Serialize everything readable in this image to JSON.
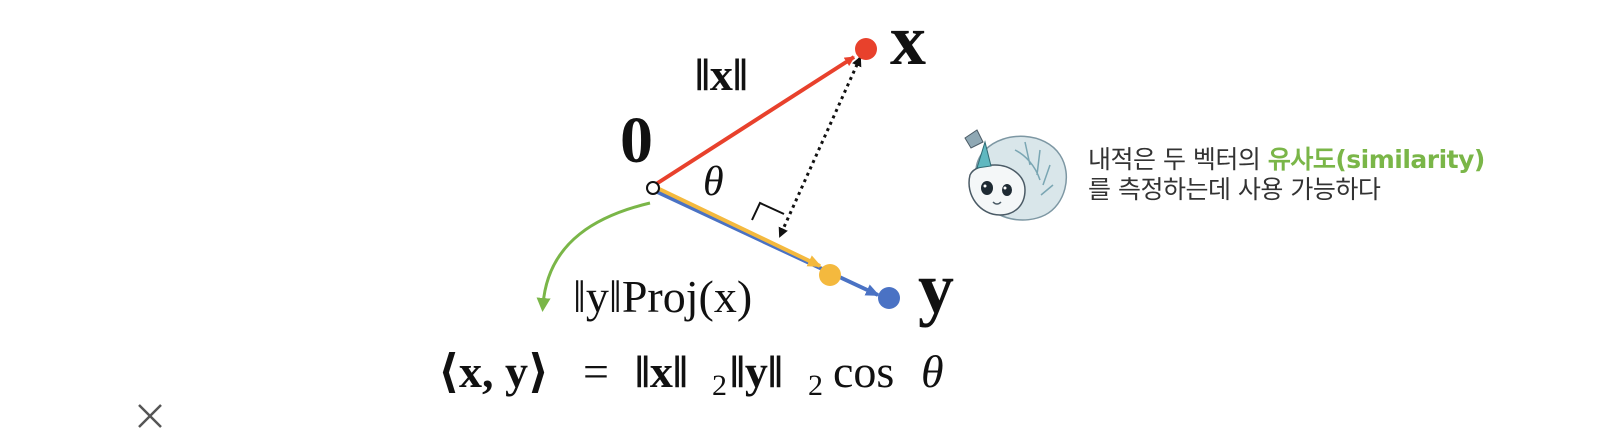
{
  "diagram": {
    "origin_label": "0",
    "x_label": "x",
    "y_label": "y",
    "norm_x_label": "‖x‖",
    "theta_label": "θ",
    "proj_label": "‖y‖Proj(x)",
    "formula": {
      "lhs": "⟨x, y⟩",
      "eq": "=",
      "norm_x": "‖x‖",
      "sub1": "2",
      "norm_y": "‖y‖",
      "sub2": "2",
      "cos": "cos",
      "theta": "θ"
    }
  },
  "note": {
    "line1_prefix": "내적은 두 벡터의 ",
    "line1_highlight": "유사도(similarity)",
    "line2": "를 측정하는데 사용 가능하다"
  },
  "colors": {
    "x_vector": "#e8412c",
    "y_vector": "#4a72c4",
    "projection": "#f4b93e",
    "curve_arrow": "#7ab648",
    "highlight": "#7ab648"
  },
  "icons": {
    "mascot": "unicorn-circuit-mascot-icon",
    "close": "close-icon"
  }
}
